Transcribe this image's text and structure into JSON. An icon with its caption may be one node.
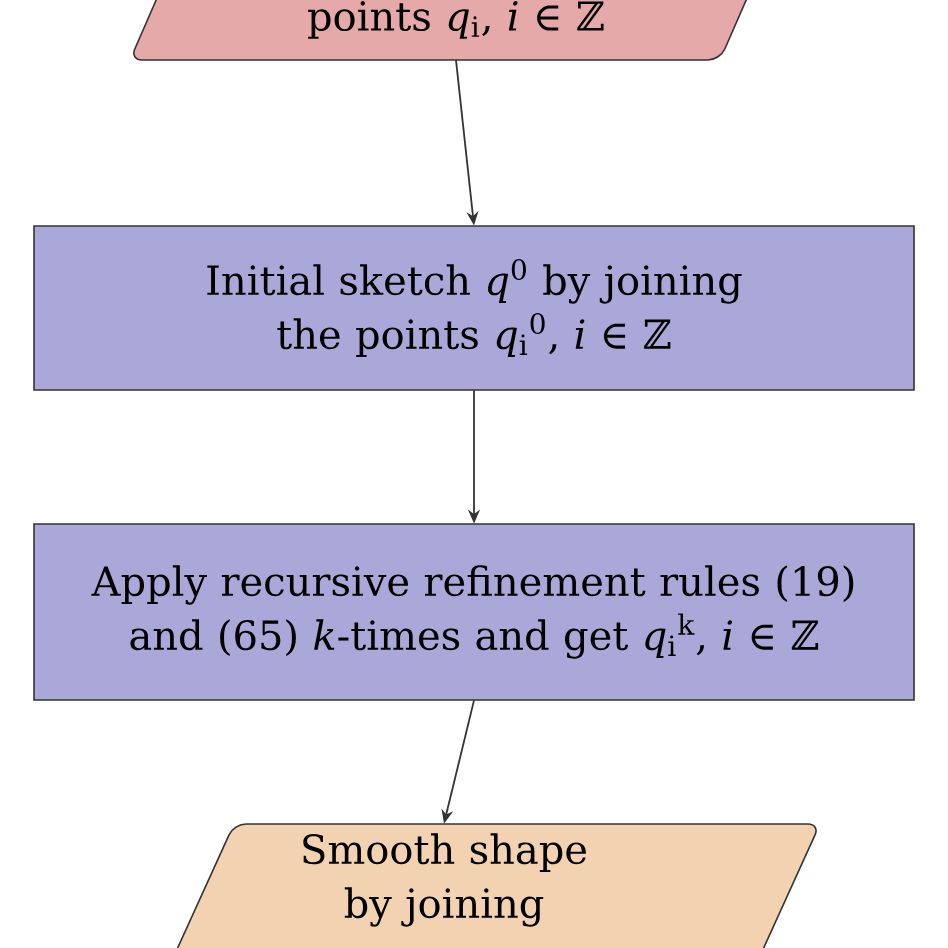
{
  "diagram": {
    "nodes": [
      {
        "text": [
          "points *q*$_{i}$, *i* ∈ ℤ"
        ]
      },
      {
        "text": [
          "Initial sketch *q*$^{0}$ by joining the points *q*$_{i}$$^{0}$, *i* ∈ ℤ"
        ]
      },
      {
        "text": [
          "Apply recursive refinement rules (19) and (65) *k*-times and get *q*$_{i}$$^{k}$, *i* ∈ ℤ"
        ]
      },
      {
        "text": [
          "Smooth shape by joining"
        ]
      }
    ],
    "edges": [
      {
        "from": 0,
        "to": 1,
        "arrow": "to"
      },
      {
        "from": 1,
        "to": 2,
        "arrow": "to"
      },
      {
        "from": 2,
        "to": 3,
        "arrow": "to"
      }
    ]
  }
}
